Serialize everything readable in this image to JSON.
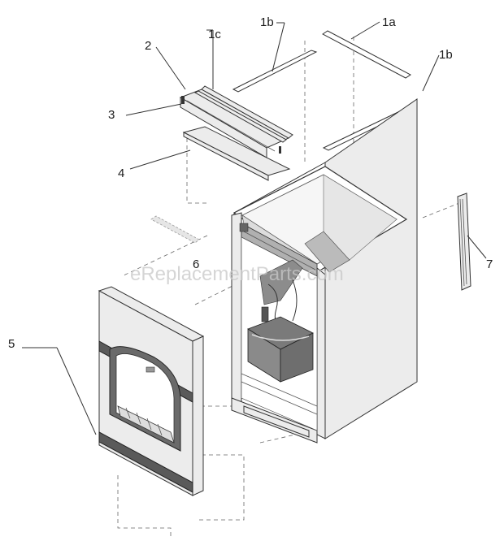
{
  "watermark": "eReplacementParts.com",
  "callouts": {
    "c1a": "1a",
    "c1b_top": "1b",
    "c1c": "1c",
    "c1b_right": "1b",
    "c2": "2",
    "c3": "3",
    "c4": "4",
    "c5": "5",
    "c6": "6",
    "c7": "7"
  }
}
